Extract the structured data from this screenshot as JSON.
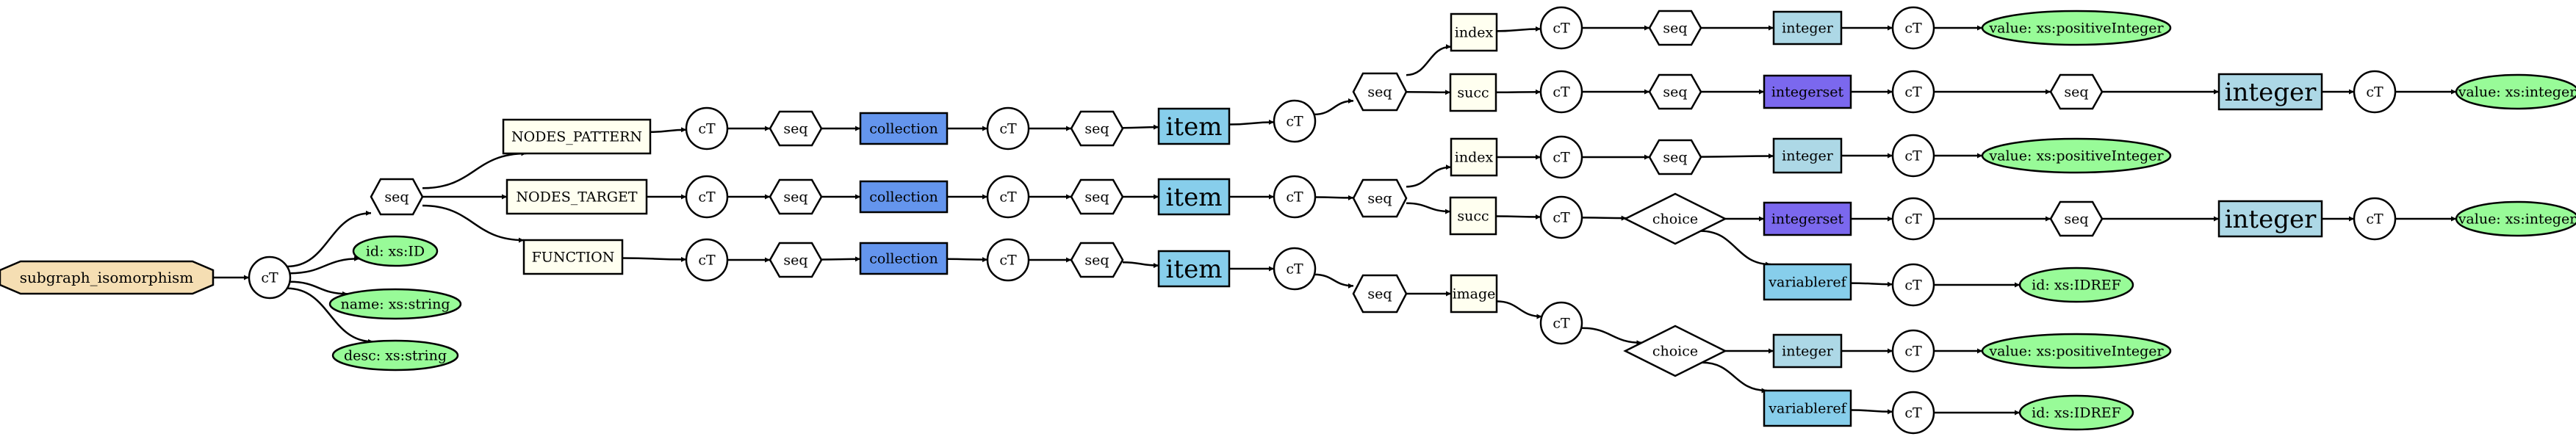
{
  "colors": {
    "root": "#f5deb3",
    "element": "#fffff0",
    "attribute": "#98fb98",
    "collection": "#6495ed",
    "item": "#87ceeb",
    "integer": "#add8e6",
    "integerset": "#7b68ee",
    "variableref": "#87ceeb",
    "node": "#ffffff"
  },
  "nodes": [
    {
      "id": "root",
      "label": "subgraph_isomorphism",
      "shape": "octagon",
      "color": "root"
    },
    {
      "id": "ct_root",
      "label": "cT",
      "shape": "circle",
      "color": "node"
    },
    {
      "id": "a_id",
      "label": "id: xs:ID",
      "shape": "ellipse",
      "color": "attribute",
      "border": true
    },
    {
      "id": "a_name",
      "label": "name: xs:string",
      "shape": "ellipse",
      "color": "attribute",
      "border": false
    },
    {
      "id": "a_desc",
      "label": "desc: xs:string",
      "shape": "ellipse",
      "color": "attribute",
      "border": false
    },
    {
      "id": "seq_root",
      "label": "seq",
      "shape": "hexagon",
      "color": "node"
    },
    {
      "id": "np",
      "label": "NODES_PATTERN",
      "shape": "rect",
      "color": "element"
    },
    {
      "id": "np_ct1",
      "label": "cT",
      "shape": "circle",
      "color": "node"
    },
    {
      "id": "np_seq1",
      "label": "seq",
      "shape": "hexagon",
      "color": "node"
    },
    {
      "id": "np_coll",
      "label": "collection",
      "shape": "rect",
      "color": "collection"
    },
    {
      "id": "np_ct2",
      "label": "cT",
      "shape": "circle",
      "color": "node"
    },
    {
      "id": "np_seq2",
      "label": "seq",
      "shape": "hexagon",
      "color": "node"
    },
    {
      "id": "np_item",
      "label": "item",
      "shape": "rect",
      "color": "item",
      "big": true,
      "noborder": true
    },
    {
      "id": "np_ct3",
      "label": "cT",
      "shape": "circle",
      "color": "node"
    },
    {
      "id": "np_seq3",
      "label": "seq",
      "shape": "hexagon",
      "color": "node"
    },
    {
      "id": "np_index",
      "label": "index",
      "shape": "rect",
      "color": "element"
    },
    {
      "id": "np_ix_ct",
      "label": "cT",
      "shape": "circle",
      "color": "node"
    },
    {
      "id": "np_ix_seq",
      "label": "seq",
      "shape": "hexagon",
      "color": "node"
    },
    {
      "id": "np_ix_int",
      "label": "integer",
      "shape": "rect",
      "color": "integer"
    },
    {
      "id": "np_ix_ct2",
      "label": "cT",
      "shape": "circle",
      "color": "node"
    },
    {
      "id": "np_ix_val",
      "label": "value: xs:positiveInteger",
      "shape": "ellipse",
      "color": "attribute",
      "border": true
    },
    {
      "id": "np_succ",
      "label": "succ",
      "shape": "rect",
      "color": "element"
    },
    {
      "id": "np_sc_ct",
      "label": "cT",
      "shape": "circle",
      "color": "node"
    },
    {
      "id": "np_sc_seq",
      "label": "seq",
      "shape": "hexagon",
      "color": "node"
    },
    {
      "id": "np_sc_iset",
      "label": "integerset",
      "shape": "rect",
      "color": "integerset"
    },
    {
      "id": "np_sc_ct2",
      "label": "cT",
      "shape": "circle",
      "color": "node"
    },
    {
      "id": "np_sc_seq2",
      "label": "seq",
      "shape": "hexagon",
      "color": "node"
    },
    {
      "id": "np_sc_int",
      "label": "integer",
      "shape": "rect",
      "color": "integer",
      "big": true,
      "noborder": true
    },
    {
      "id": "np_sc_ct3",
      "label": "cT",
      "shape": "circle",
      "color": "node"
    },
    {
      "id": "np_sc_val",
      "label": "value: xs:integer",
      "shape": "ellipse",
      "color": "attribute",
      "border": true
    },
    {
      "id": "nt",
      "label": "NODES_TARGET",
      "shape": "rect",
      "color": "element"
    },
    {
      "id": "nt_ct1",
      "label": "cT",
      "shape": "circle",
      "color": "node"
    },
    {
      "id": "nt_seq1",
      "label": "seq",
      "shape": "hexagon",
      "color": "node"
    },
    {
      "id": "nt_coll",
      "label": "collection",
      "shape": "rect",
      "color": "collection"
    },
    {
      "id": "nt_ct2",
      "label": "cT",
      "shape": "circle",
      "color": "node"
    },
    {
      "id": "nt_seq2",
      "label": "seq",
      "shape": "hexagon",
      "color": "node"
    },
    {
      "id": "nt_item",
      "label": "item",
      "shape": "rect",
      "color": "item",
      "big": true,
      "noborder": true
    },
    {
      "id": "nt_ct3",
      "label": "cT",
      "shape": "circle",
      "color": "node"
    },
    {
      "id": "nt_seq3",
      "label": "seq",
      "shape": "hexagon",
      "color": "node"
    },
    {
      "id": "nt_index",
      "label": "index",
      "shape": "rect",
      "color": "element"
    },
    {
      "id": "nt_ix_ct",
      "label": "cT",
      "shape": "circle",
      "color": "node"
    },
    {
      "id": "nt_ix_seq",
      "label": "seq",
      "shape": "hexagon",
      "color": "node"
    },
    {
      "id": "nt_ix_int",
      "label": "integer",
      "shape": "rect",
      "color": "integer"
    },
    {
      "id": "nt_ix_ct2",
      "label": "cT",
      "shape": "circle",
      "color": "node"
    },
    {
      "id": "nt_ix_val",
      "label": "value: xs:positiveInteger",
      "shape": "ellipse",
      "color": "attribute",
      "border": true
    },
    {
      "id": "nt_succ",
      "label": "succ",
      "shape": "rect",
      "color": "element"
    },
    {
      "id": "nt_sc_ct",
      "label": "cT",
      "shape": "circle",
      "color": "node"
    },
    {
      "id": "nt_sc_choice",
      "label": "choice",
      "shape": "diamond",
      "color": "node"
    },
    {
      "id": "nt_sc_iset",
      "label": "integerset",
      "shape": "rect",
      "color": "integerset"
    },
    {
      "id": "nt_sc_ct2",
      "label": "cT",
      "shape": "circle",
      "color": "node"
    },
    {
      "id": "nt_sc_seq2",
      "label": "seq",
      "shape": "hexagon",
      "color": "node"
    },
    {
      "id": "nt_sc_int",
      "label": "integer",
      "shape": "rect",
      "color": "integer",
      "big": true,
      "noborder": true
    },
    {
      "id": "nt_sc_ct3",
      "label": "cT",
      "shape": "circle",
      "color": "node"
    },
    {
      "id": "nt_sc_val",
      "label": "value: xs:integer",
      "shape": "ellipse",
      "color": "attribute",
      "border": true
    },
    {
      "id": "nt_sc_vref",
      "label": "variableref",
      "shape": "rect",
      "color": "variableref"
    },
    {
      "id": "nt_sc_vct",
      "label": "cT",
      "shape": "circle",
      "color": "node"
    },
    {
      "id": "nt_sc_vid",
      "label": "id: xs:IDREF",
      "shape": "ellipse",
      "color": "attribute",
      "border": true
    },
    {
      "id": "fn",
      "label": "FUNCTION",
      "shape": "rect",
      "color": "element"
    },
    {
      "id": "fn_ct1",
      "label": "cT",
      "shape": "circle",
      "color": "node"
    },
    {
      "id": "fn_seq1",
      "label": "seq",
      "shape": "hexagon",
      "color": "node"
    },
    {
      "id": "fn_coll",
      "label": "collection",
      "shape": "rect",
      "color": "collection"
    },
    {
      "id": "fn_ct2",
      "label": "cT",
      "shape": "circle",
      "color": "node"
    },
    {
      "id": "fn_seq2",
      "label": "seq",
      "shape": "hexagon",
      "color": "node"
    },
    {
      "id": "fn_item",
      "label": "item",
      "shape": "rect",
      "color": "item",
      "big": true,
      "noborder": true
    },
    {
      "id": "fn_ct3",
      "label": "cT",
      "shape": "circle",
      "color": "node"
    },
    {
      "id": "fn_seq3",
      "label": "seq",
      "shape": "hexagon",
      "color": "node"
    },
    {
      "id": "fn_image",
      "label": "image",
      "shape": "rect",
      "color": "element"
    },
    {
      "id": "fn_im_ct",
      "label": "cT",
      "shape": "circle",
      "color": "node"
    },
    {
      "id": "fn_im_choice",
      "label": "choice",
      "shape": "diamond",
      "color": "node"
    },
    {
      "id": "fn_im_int",
      "label": "integer",
      "shape": "rect",
      "color": "integer"
    },
    {
      "id": "fn_im_ct2",
      "label": "cT",
      "shape": "circle",
      "color": "node"
    },
    {
      "id": "fn_im_val",
      "label": "value: xs:positiveInteger",
      "shape": "ellipse",
      "color": "attribute",
      "border": true
    },
    {
      "id": "fn_im_vref",
      "label": "variableref",
      "shape": "rect",
      "color": "variableref"
    },
    {
      "id": "fn_im_vct",
      "label": "cT",
      "shape": "circle",
      "color": "node"
    },
    {
      "id": "fn_im_vid",
      "label": "id: xs:IDREF",
      "shape": "ellipse",
      "color": "attribute",
      "border": true
    }
  ],
  "edges": [
    [
      "root",
      "ct_root"
    ],
    [
      "ct_root",
      "seq_root"
    ],
    [
      "ct_root",
      "a_id"
    ],
    [
      "ct_root",
      "a_name"
    ],
    [
      "ct_root",
      "a_desc"
    ],
    [
      "seq_root",
      "np"
    ],
    [
      "seq_root",
      "nt"
    ],
    [
      "seq_root",
      "fn"
    ],
    [
      "np",
      "np_ct1"
    ],
    [
      "np_ct1",
      "np_seq1"
    ],
    [
      "np_seq1",
      "np_coll"
    ],
    [
      "np_coll",
      "np_ct2"
    ],
    [
      "np_ct2",
      "np_seq2"
    ],
    [
      "np_seq2",
      "np_item"
    ],
    [
      "np_item",
      "np_ct3"
    ],
    [
      "np_ct3",
      "np_seq3"
    ],
    [
      "np_seq3",
      "np_index"
    ],
    [
      "np_index",
      "np_ix_ct"
    ],
    [
      "np_ix_ct",
      "np_ix_seq"
    ],
    [
      "np_ix_seq",
      "np_ix_int"
    ],
    [
      "np_ix_int",
      "np_ix_ct2"
    ],
    [
      "np_ix_ct2",
      "np_ix_val"
    ],
    [
      "np_seq3",
      "np_succ"
    ],
    [
      "np_succ",
      "np_sc_ct"
    ],
    [
      "np_sc_ct",
      "np_sc_seq"
    ],
    [
      "np_sc_seq",
      "np_sc_iset"
    ],
    [
      "np_sc_iset",
      "np_sc_ct2"
    ],
    [
      "np_sc_ct2",
      "np_sc_seq2"
    ],
    [
      "np_sc_seq2",
      "np_sc_int"
    ],
    [
      "np_sc_int",
      "np_sc_ct3"
    ],
    [
      "np_sc_ct3",
      "np_sc_val"
    ],
    [
      "nt",
      "nt_ct1"
    ],
    [
      "nt_ct1",
      "nt_seq1"
    ],
    [
      "nt_seq1",
      "nt_coll"
    ],
    [
      "nt_coll",
      "nt_ct2"
    ],
    [
      "nt_ct2",
      "nt_seq2"
    ],
    [
      "nt_seq2",
      "nt_item"
    ],
    [
      "nt_item",
      "nt_ct3"
    ],
    [
      "nt_ct3",
      "nt_seq3"
    ],
    [
      "nt_seq3",
      "nt_index"
    ],
    [
      "nt_index",
      "nt_ix_ct"
    ],
    [
      "nt_ix_ct",
      "nt_ix_seq"
    ],
    [
      "nt_ix_seq",
      "nt_ix_int"
    ],
    [
      "nt_ix_int",
      "nt_ix_ct2"
    ],
    [
      "nt_ix_ct2",
      "nt_ix_val"
    ],
    [
      "nt_seq3",
      "nt_succ"
    ],
    [
      "nt_succ",
      "nt_sc_ct"
    ],
    [
      "nt_sc_ct",
      "nt_sc_choice"
    ],
    [
      "nt_sc_choice",
      "nt_sc_iset"
    ],
    [
      "nt_sc_iset",
      "nt_sc_ct2"
    ],
    [
      "nt_sc_ct2",
      "nt_sc_seq2"
    ],
    [
      "nt_sc_seq2",
      "nt_sc_int"
    ],
    [
      "nt_sc_int",
      "nt_sc_ct3"
    ],
    [
      "nt_sc_ct3",
      "nt_sc_val"
    ],
    [
      "nt_sc_choice",
      "nt_sc_vref"
    ],
    [
      "nt_sc_vref",
      "nt_sc_vct"
    ],
    [
      "nt_sc_vct",
      "nt_sc_vid"
    ],
    [
      "fn",
      "fn_ct1"
    ],
    [
      "fn_ct1",
      "fn_seq1"
    ],
    [
      "fn_seq1",
      "fn_coll"
    ],
    [
      "fn_coll",
      "fn_ct2"
    ],
    [
      "fn_ct2",
      "fn_seq2"
    ],
    [
      "fn_seq2",
      "fn_item"
    ],
    [
      "fn_item",
      "fn_ct3"
    ],
    [
      "fn_ct3",
      "fn_seq3"
    ],
    [
      "fn_seq3",
      "fn_image"
    ],
    [
      "fn_image",
      "fn_im_ct"
    ],
    [
      "fn_im_ct",
      "fn_im_choice"
    ],
    [
      "fn_im_choice",
      "fn_im_int"
    ],
    [
      "fn_im_int",
      "fn_im_ct2"
    ],
    [
      "fn_im_ct2",
      "fn_im_val"
    ],
    [
      "fn_im_choice",
      "fn_im_vref"
    ],
    [
      "fn_im_vref",
      "fn_im_vct"
    ],
    [
      "fn_im_vct",
      "fn_im_vid"
    ]
  ]
}
